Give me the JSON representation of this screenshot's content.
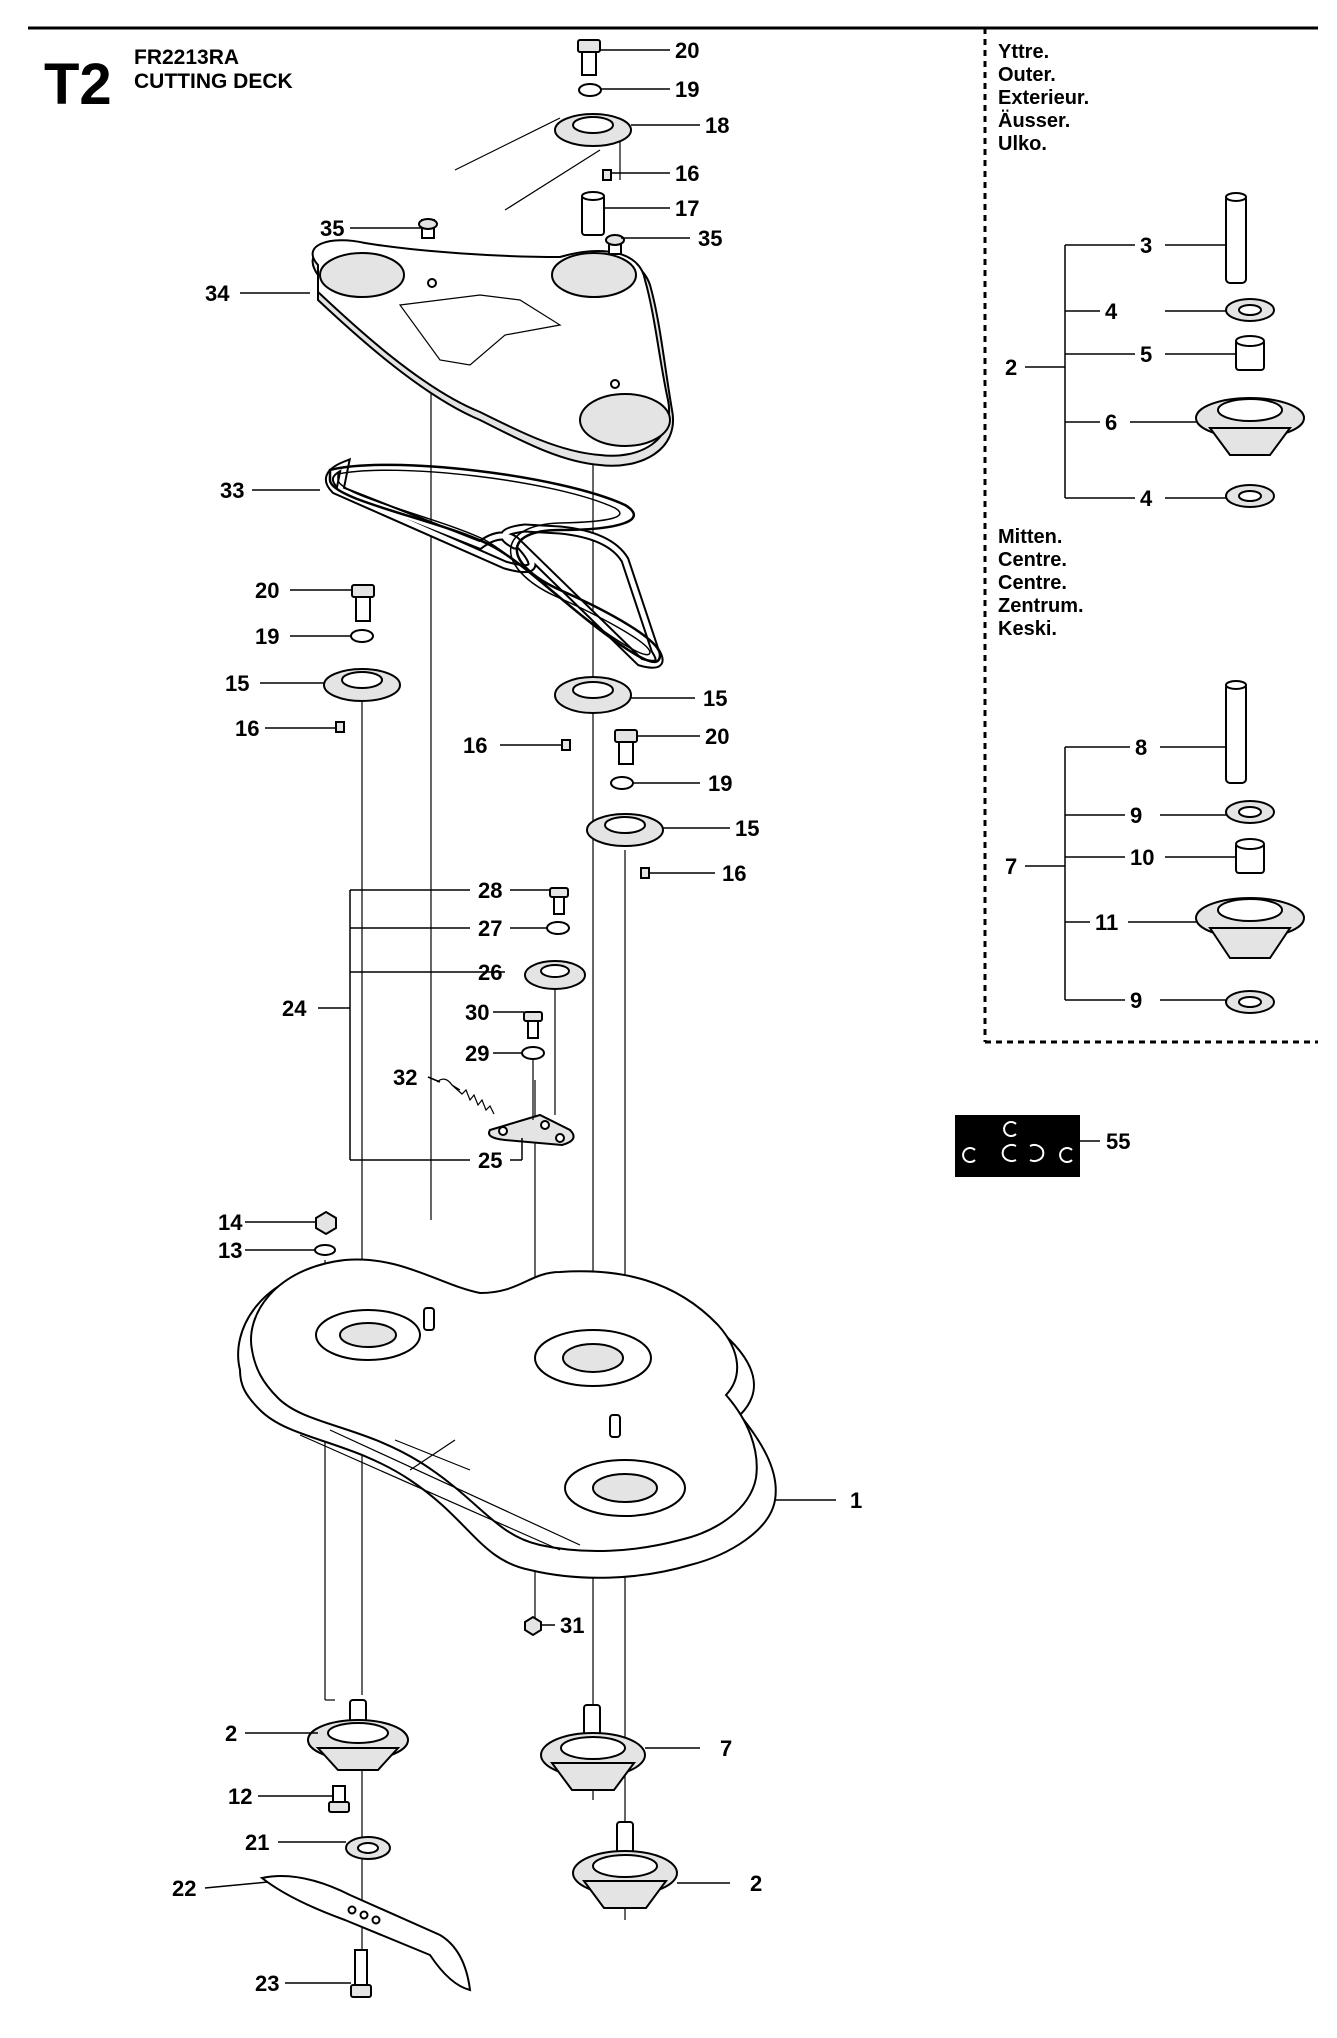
{
  "header": {
    "code": "T2",
    "model": "FR2213RA",
    "title": "CUTTING DECK"
  },
  "legend": {
    "outer": [
      "Yttre.",
      "Outer.",
      "Exterieur.",
      "Äusser.",
      "Ulko."
    ],
    "centre": [
      "Mitten.",
      "Centre.",
      "Centre.",
      "Zentrum.",
      "Keski."
    ]
  },
  "labels": {
    "l1": "1",
    "l2a": "2",
    "l2b": "2",
    "l2c": "2",
    "l3": "3",
    "l4a": "4",
    "l4b": "4",
    "l5": "5",
    "l6": "6",
    "l7a": "7",
    "l7b": "7",
    "l8": "8",
    "l9a": "9",
    "l9b": "9",
    "l10": "10",
    "l11": "11",
    "l12": "12",
    "l13": "13",
    "l14": "14",
    "l15a": "15",
    "l15b": "15",
    "l15c": "15",
    "l16a": "16",
    "l16b": "16",
    "l16c": "16",
    "l16d": "16",
    "l17": "17",
    "l18": "18",
    "l19a": "19",
    "l19b": "19",
    "l19c": "19",
    "l20a": "20",
    "l20b": "20",
    "l20c": "20",
    "l21": "21",
    "l22": "22",
    "l23": "23",
    "l24": "24",
    "l25": "25",
    "l26": "26",
    "l27": "27",
    "l28": "28",
    "l29": "29",
    "l30": "30",
    "l31": "31",
    "l32": "32",
    "l33": "33",
    "l34": "34",
    "l35a": "35",
    "l35b": "35",
    "l55": "55"
  },
  "colors": {
    "ink": "#000000",
    "paper": "#ffffff",
    "decal": "#000000"
  }
}
